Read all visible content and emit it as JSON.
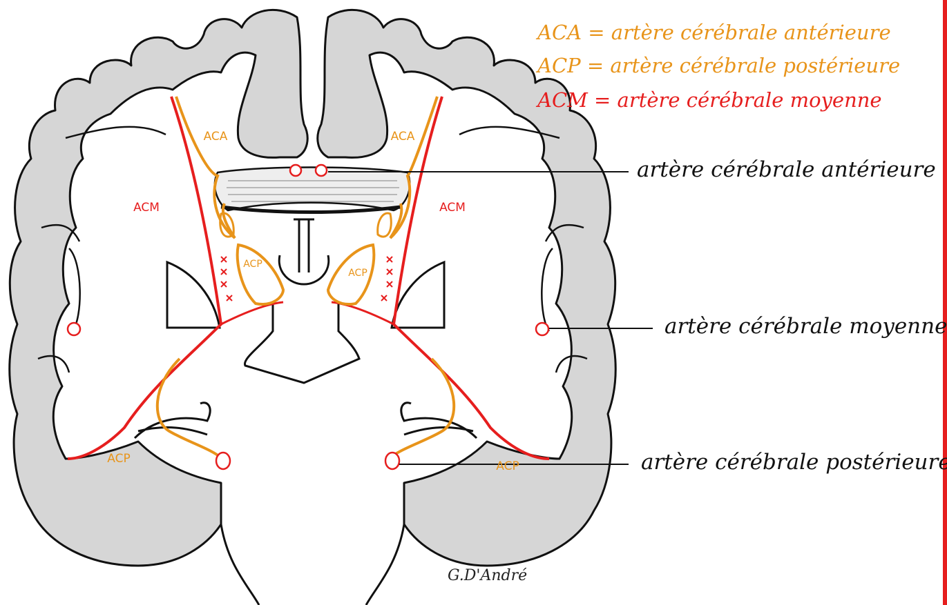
{
  "colors": {
    "aca": "#e8941a",
    "acp": "#e8941a",
    "acm": "#e61e1e",
    "cortex": "#d6d6d6",
    "outline": "#111111",
    "frame": "#e61e1e"
  },
  "legend": [
    {
      "abbr": "ACA",
      "text": "ACA = artère cérébrale   antérieure",
      "color_key": "aca"
    },
    {
      "abbr": "ACP",
      "text": "ACP = artère cérébrale   postérieure",
      "color_key": "acp"
    },
    {
      "abbr": "ACM",
      "text": "ACM = artère cérébrale moyenne",
      "color_key": "acm"
    }
  ],
  "callouts": {
    "anterior": "artère cérébrale antérieure",
    "middle": "artère cérébrale moyenne",
    "posterior": "artère cérébrale postérieure"
  },
  "regions": {
    "aca": "ACA",
    "acm": "ACM",
    "acp": "ACP"
  },
  "signature": "G.D'André"
}
